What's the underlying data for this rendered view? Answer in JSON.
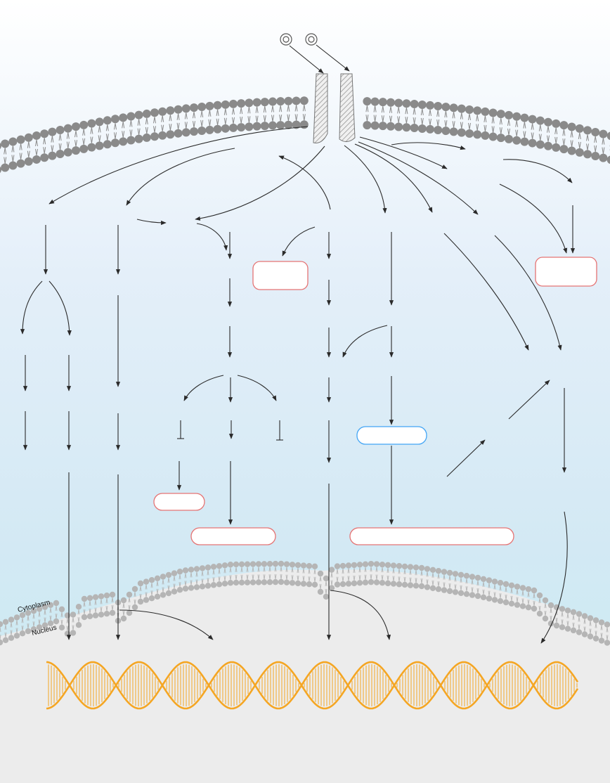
{
  "labels": {
    "cytoplasm": "Cytoplasm",
    "nucleus": "Nucleus"
  },
  "colors": {
    "membrane": "#8a8a8a",
    "membrane_light": "#b5b5b5",
    "receptor_fill": "#e6e6e6",
    "arrow": "#2a2a2a",
    "box_red": "#e57373",
    "box_blue": "#42a5f5",
    "dna": "#f5a623",
    "nucleus_fill": "#ececec",
    "sky_top": "#ffffff",
    "sky_mid": "#dcebf7",
    "sky_bottom": "#c9ecf2"
  },
  "icons": {
    "ligand": "concentric-circle-ligand-icon",
    "receptor": "hatched-dimer-receptor-icon",
    "dna": "double-helix-dna-icon"
  },
  "boxes": [
    {
      "name": "node-box-red-1",
      "style": "red",
      "label": ""
    },
    {
      "name": "node-box-red-2",
      "style": "red",
      "label": ""
    },
    {
      "name": "node-box-red-3",
      "style": "red",
      "label": ""
    },
    {
      "name": "node-box-red-4",
      "style": "red",
      "label": ""
    },
    {
      "name": "node-box-red-5",
      "style": "red",
      "label": ""
    },
    {
      "name": "node-box-blue-1",
      "style": "blue",
      "label": ""
    }
  ]
}
